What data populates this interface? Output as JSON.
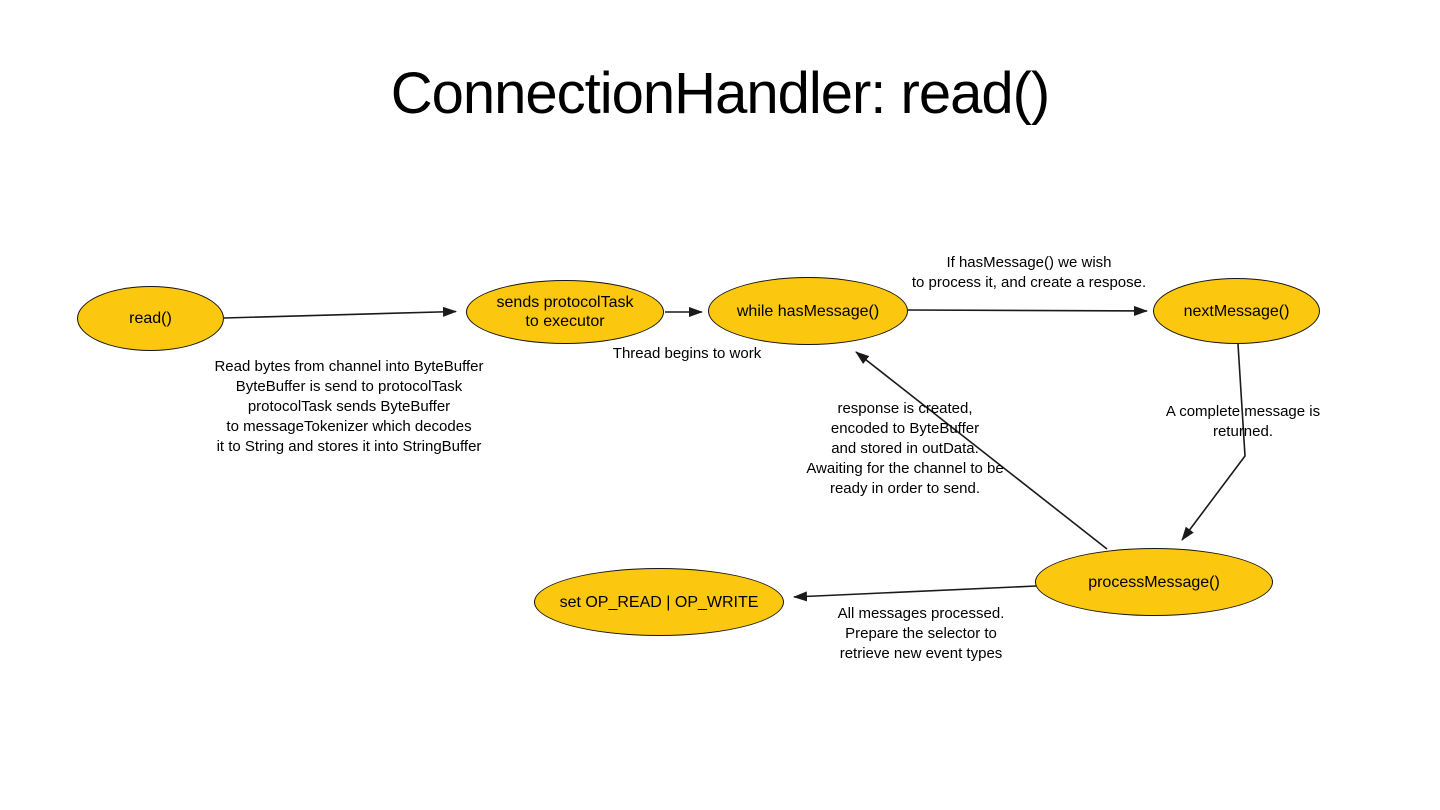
{
  "diagram": {
    "title": "ConnectionHandler: read()",
    "colors": {
      "node_fill": "#fbc70f",
      "node_stroke": "#141414",
      "edge": "#1a1a1a",
      "background": "#ffffff"
    },
    "nodes": {
      "read": {
        "label": "read()"
      },
      "send_task": {
        "label": "sends protocolTask\nto executor"
      },
      "while_has_message": {
        "label": "while hasMessage()"
      },
      "next_message": {
        "label": "nextMessage()"
      },
      "process_message": {
        "label": "processMessage()"
      },
      "set_op": {
        "label": "set OP_READ | OP_WRITE"
      }
    },
    "annotations": {
      "read_bytes": "Read bytes from channel into ByteBuffer\nByteBuffer is send to protocolTask\nprotocolTask sends ByteBuffer\nto messageTokenizer which decodes\nit to String and stores it into StringBuffer",
      "thread_begins": "Thread begins to work",
      "if_has_message": "If hasMessage() we wish\nto process it, and create a respose.",
      "complete_message": "A complete message is returned.",
      "response_created": "response is created,\nencoded to ByteBuffer\nand stored in outData.\nAwaiting for the channel to be\nready in order to send.",
      "all_messages": "All messages processed.\nPrepare the selector to\nretrieve new event types"
    }
  }
}
